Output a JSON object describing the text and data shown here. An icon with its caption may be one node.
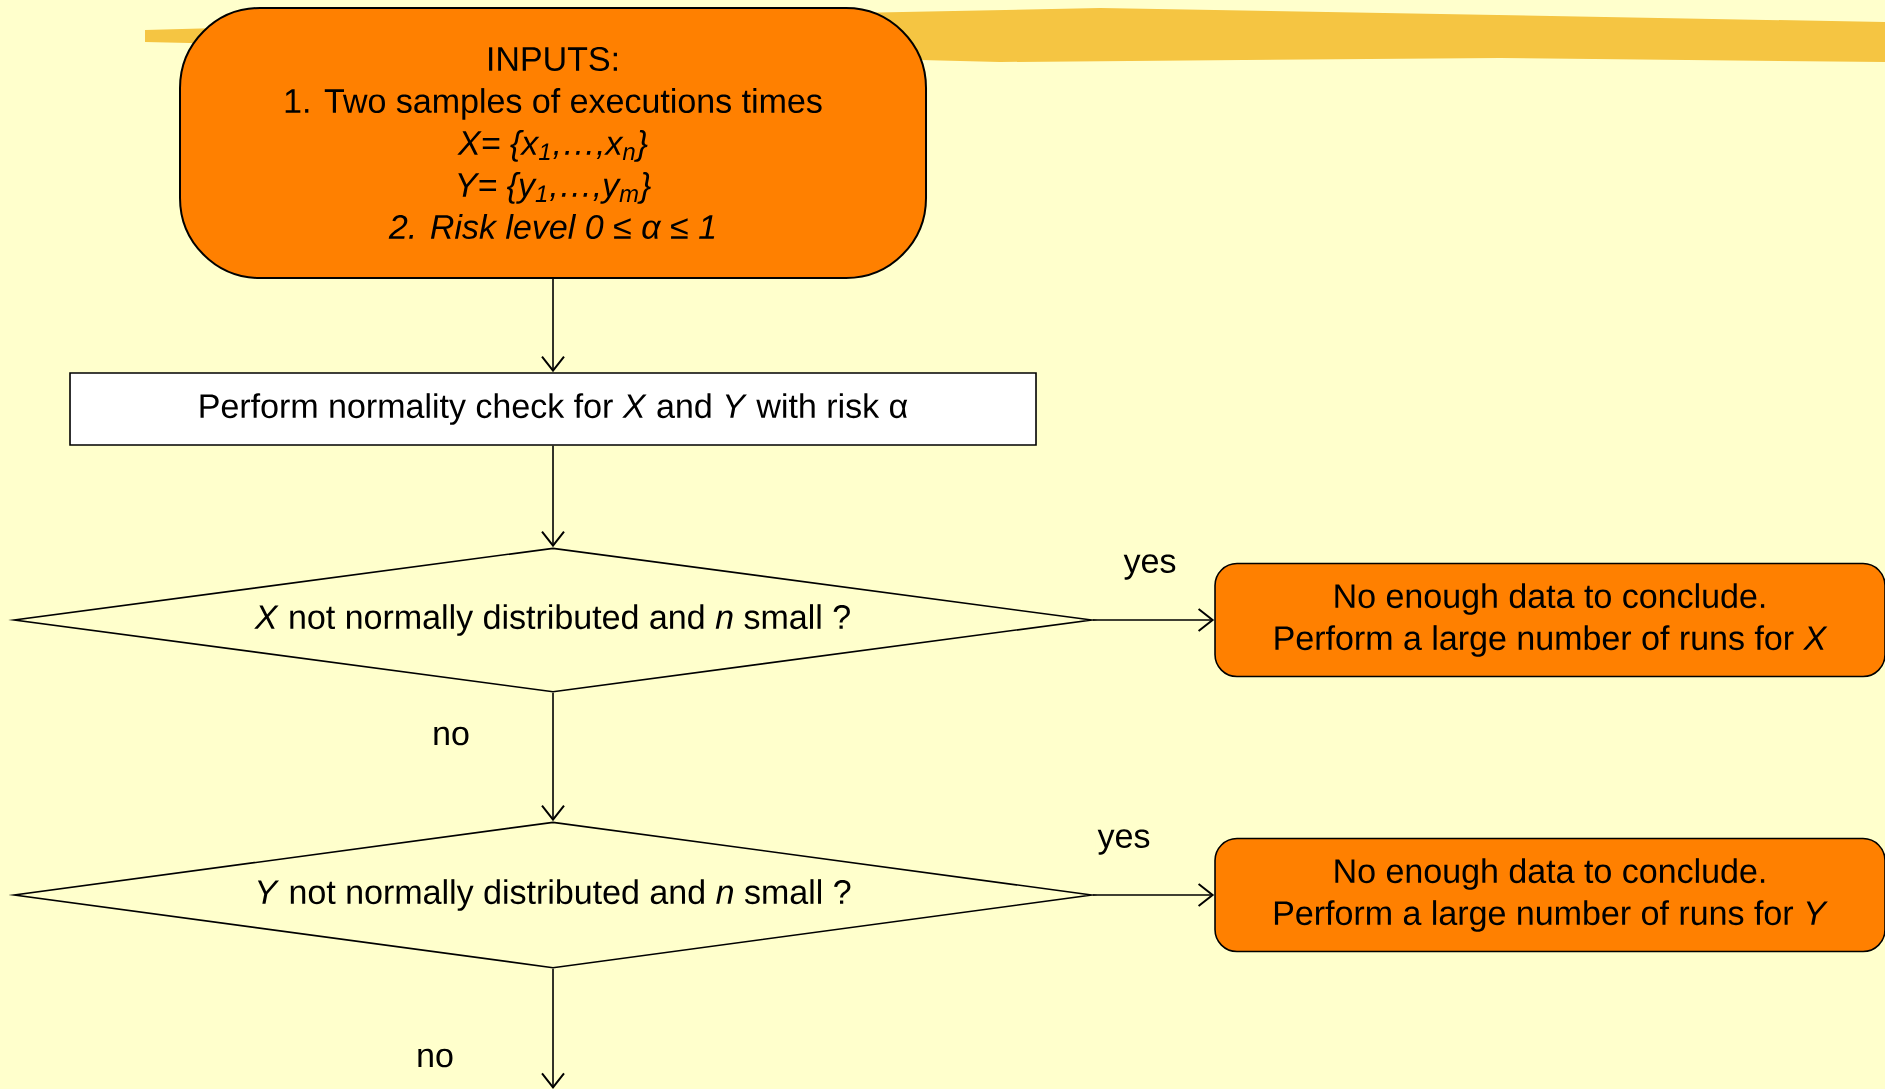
{
  "diagram": {
    "nodes": [
      {
        "text": [
          "INPUTS:",
          "1. Two samples of executions times",
          "X= {x$_{1}$,…,x$_{n}$}",
          "Y= {y$_{1}$,…,y$_{m}$}",
          "2. Risk level 0 ≤ α ≤ 1"
        ]
      },
      {
        "text": [
          "Perform normality check for *X* and *Y* with risk α"
        ]
      },
      {
        "text": [
          "*X* not normally distributed and *n* small ?"
        ]
      },
      {
        "text": [
          "No enough data to conclude.",
          "Perform a large number of runs for *X*"
        ]
      },
      {
        "text": [
          "*Y* not normally distributed and *n* small ?"
        ]
      },
      {
        "text": [
          "No enough data to conclude.",
          "Perform a large number of runs for *Y*"
        ]
      }
    ],
    "edges": [
      {
        "from": 0,
        "to": 1,
        "arrow": "to"
      },
      {
        "from": 1,
        "to": 2,
        "arrow": "to"
      },
      {
        "from": 2,
        "to": 3,
        "arrow": "to",
        "label": "yes"
      },
      {
        "from": 2,
        "to": 4,
        "arrow": "to",
        "label": "no"
      },
      {
        "from": 4,
        "to": 5,
        "arrow": "to",
        "label": "yes"
      },
      {
        "from": 4,
        "to": null,
        "arrow": "to",
        "label": "no"
      }
    ]
  }
}
